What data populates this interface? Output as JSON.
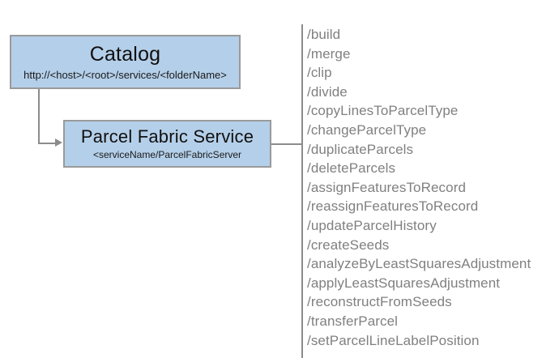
{
  "diagram": {
    "nodes": [
      {
        "id": "catalog",
        "title": "Catalog",
        "subtitle": "http://<host>/<root>/services/<folderName>",
        "fill": "#b4cfe9",
        "border": "#9a9a9a"
      },
      {
        "id": "parcel-fabric-service",
        "title": "Parcel Fabric Service",
        "subtitle": "<serviceName/ParcelFabricServer",
        "fill": "#b4cfe9",
        "border": "#9a9a9a"
      }
    ],
    "connectors": {
      "color": "#8c8c8c",
      "catalog_to_service": "elbow-arrow",
      "service_to_operations": "line"
    },
    "operations": {
      "divider_color": "#8c8c8c",
      "text_color": "#808080",
      "items": [
        "/build",
        "/merge",
        "/clip",
        "/divide",
        "/copyLinesToParcelType",
        "/changeParcelType",
        "/duplicateParcels",
        "/deleteParcels",
        "/assignFeaturesToRecord",
        "/reassignFeaturesToRecord",
        "/updateParcelHistory",
        "/createSeeds",
        "/analyzeByLeastSquaresAdjustment",
        "/applyLeastSquaresAdjustment",
        "/reconstructFromSeeds",
        "/transferParcel",
        "/setParcelLineLabelPosition"
      ]
    }
  }
}
